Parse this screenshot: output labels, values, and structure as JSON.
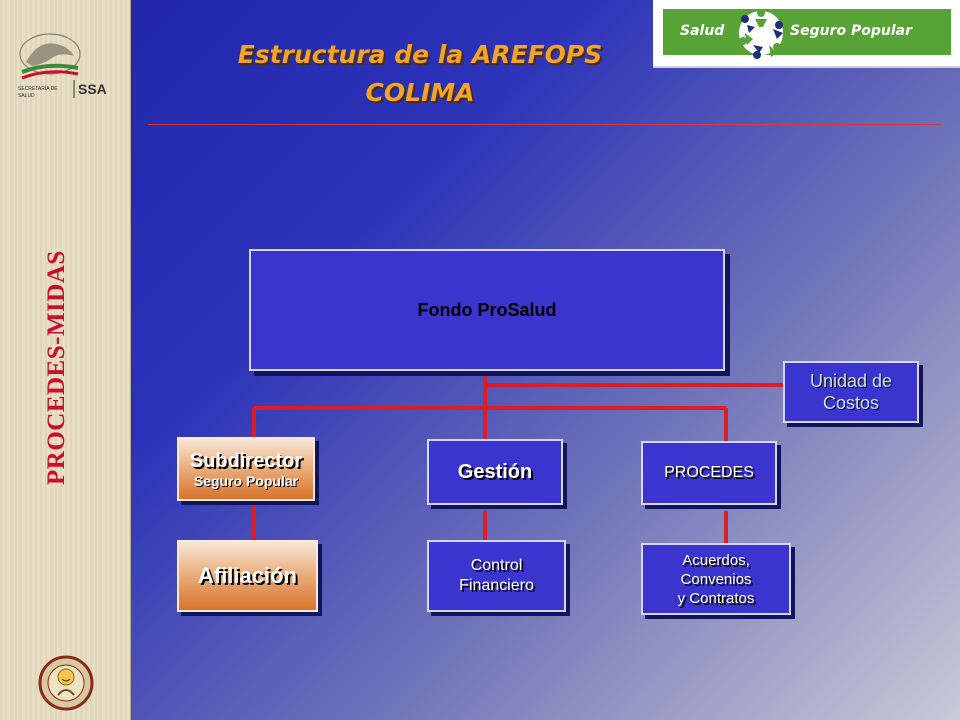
{
  "sidebar": {
    "logo_lines": [
      "SECRETARÍA DE",
      "SALUD"
    ],
    "logo_abbr": "SSA",
    "vertical_title": "PROCEDES-MIDAS"
  },
  "header": {
    "title_line1": "Estructura de la AREFOPS",
    "title_line2": "COLIMA"
  },
  "brand": {
    "left": "Salud",
    "right": "Seguro Popular",
    "color": "#58a336"
  },
  "org_chart": {
    "root": "Fondo ProSalud",
    "unidad_costos": [
      "Unidad de",
      "Costos"
    ],
    "subdirector": {
      "title": "Subdirector",
      "subtitle": "Seguro Popular"
    },
    "afiliacion": "Afiliación",
    "gestion": "Gestión",
    "control": [
      "Control",
      "Financiero"
    ],
    "procedes": "PROCEDES",
    "acuerdos": [
      "Acuerdos,",
      "Convenios",
      "y Contratos"
    ]
  },
  "colors": {
    "box_blue": "#3b35d0",
    "connector_red": "#dd1c26",
    "title_orange": "#f2a32a",
    "sidebar_red": "#c8102e"
  }
}
